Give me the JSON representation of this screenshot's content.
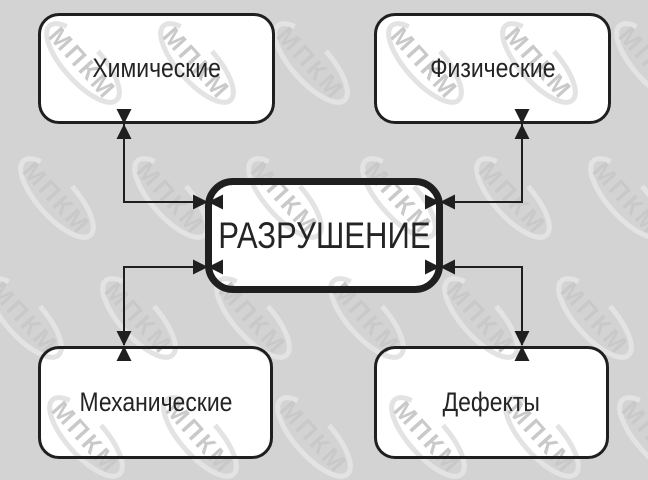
{
  "palette": {
    "background": "#d3d3d3",
    "ink": "#1f1f1f",
    "node_fill": "#ffffff",
    "text_color": "#242424",
    "watermark_letters": "#c9c9c9",
    "watermark_swoosh": "#e3e3e3"
  },
  "watermark": {
    "text": "МПКМ"
  },
  "diagram": {
    "nodes": {
      "center": {
        "label": "РАЗРУШЕНИЕ"
      },
      "top_left": {
        "label": "Химические"
      },
      "top_right": {
        "label": "Физические"
      },
      "bottom_left": {
        "label": "Механические"
      },
      "bottom_right": {
        "label": "Дефекты"
      }
    },
    "edges": [
      {
        "from": "center",
        "to": "top_left",
        "style": "elbow",
        "bidirectional": true
      },
      {
        "from": "center",
        "to": "top_right",
        "style": "elbow",
        "bidirectional": true
      },
      {
        "from": "center",
        "to": "bottom_left",
        "style": "elbow",
        "bidirectional": true
      },
      {
        "from": "center",
        "to": "bottom_right",
        "style": "elbow",
        "bidirectional": true
      }
    ]
  }
}
